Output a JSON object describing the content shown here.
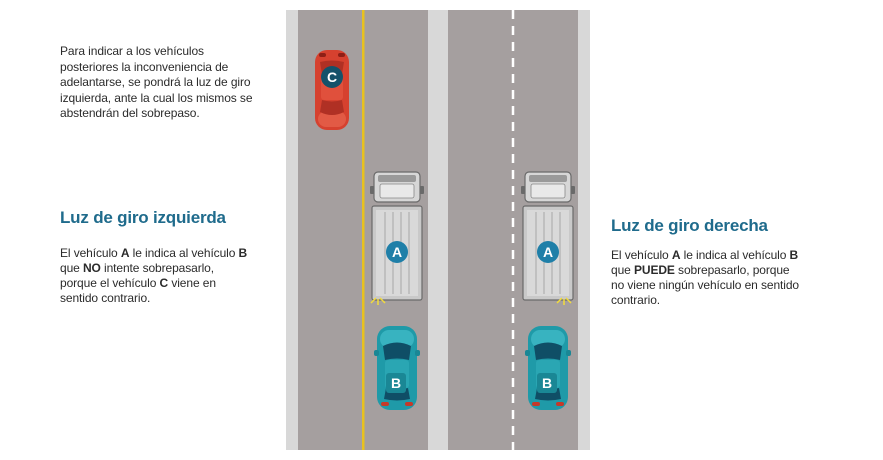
{
  "intro": {
    "lines": [
      "Para indicar a los vehículos",
      "posteriores la inconveniencia de",
      "adelantarse, se pondrá la luz de giro",
      "izquierda, ante la cual los mismos se",
      "abstendrán del sobrepaso."
    ]
  },
  "left_panel": {
    "title": "Luz de giro izquierda",
    "l1a": "El vehículo ",
    "l1b": "A",
    "l1c": " le indica al vehículo ",
    "l1d": "B",
    "l2a": "que ",
    "l2b": "NO",
    "l2c": " intente sobrepasarlo,",
    "l3a": "porque el vehículo ",
    "l3b": "C",
    "l3c": " viene en",
    "l4": "sentido contrario."
  },
  "right_panel": {
    "title": "Luz de giro derecha",
    "l1a": "El vehículo ",
    "l1b": "A",
    "l1c": " le indica al vehículo ",
    "l1d": "B",
    "l2a": "que ",
    "l2b": "PUEDE",
    "l2c": " sobrepasarlo, porque",
    "l3": "no viene ningún vehículo en sentido",
    "l4": "contrario."
  },
  "vehicles": {
    "truck_label": "A",
    "follower_label": "B",
    "oncoming_label": "C"
  },
  "colors": {
    "heading": "#1f6b8c",
    "road": "#a59f9f",
    "shoulder": "#d8d8d8",
    "center_line_left": "#e8c21e",
    "center_line_right": "#ffffff",
    "car_teal": "#1f9aa8",
    "car_red": "#d6412f",
    "truck_body": "#c9c9c9",
    "turn_signal": "#f3dc3a"
  }
}
